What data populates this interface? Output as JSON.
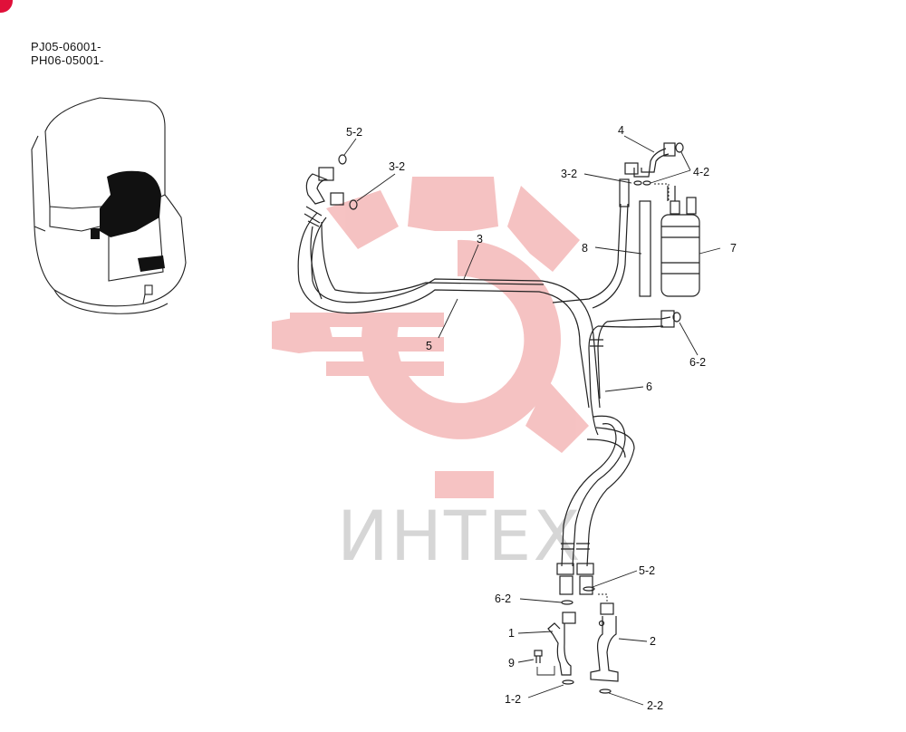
{
  "corner_badge": {
    "color": "#e0103a"
  },
  "serials": [
    "PJ05-06001-",
    "PH06-05001-"
  ],
  "watermark": {
    "text": "ИНТЕХ",
    "gear_color": "#f4b8b8",
    "text_color": "#d6d6d6"
  },
  "callouts": [
    {
      "id": "c-5-2-top",
      "text": "5-2"
    },
    {
      "id": "c-3-2-top",
      "text": "3-2"
    },
    {
      "id": "c-3",
      "text": "3"
    },
    {
      "id": "c-5",
      "text": "5"
    },
    {
      "id": "c-4",
      "text": "4"
    },
    {
      "id": "c-3-2-right",
      "text": "3-2"
    },
    {
      "id": "c-4-2",
      "text": "4-2"
    },
    {
      "id": "c-8",
      "text": "8"
    },
    {
      "id": "c-7",
      "text": "7"
    },
    {
      "id": "c-6-2-right",
      "text": "6-2"
    },
    {
      "id": "c-6",
      "text": "6"
    },
    {
      "id": "c-5-2-bottom",
      "text": "5-2"
    },
    {
      "id": "c-6-2-bottom",
      "text": "6-2"
    },
    {
      "id": "c-1",
      "text": "1"
    },
    {
      "id": "c-2",
      "text": "2"
    },
    {
      "id": "c-9",
      "text": "9"
    },
    {
      "id": "c-1-2",
      "text": "1-2"
    },
    {
      "id": "c-2-2",
      "text": "2-2"
    }
  ]
}
